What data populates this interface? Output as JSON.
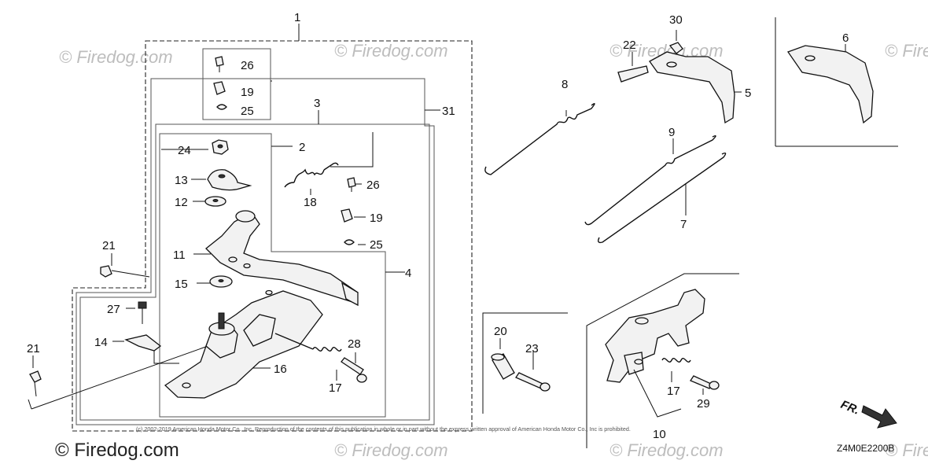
{
  "watermark": "© Firedog.com",
  "copyright": "(c) 2002-2019 American Honda Motor Co., Inc. Reproduction of the contents of this publication in whole or in part without the express written approval of American Honda Motor Co., Inc is prohibited.",
  "diagram_code": "Z4M0E2200B",
  "front_indicator": "FR.",
  "callouts": {
    "c1": "1",
    "c2": "2",
    "c3": "3",
    "c4": "4",
    "c5": "5",
    "c6": "6",
    "c7": "7",
    "c8": "8",
    "c9": "9",
    "c10": "10",
    "c11": "11",
    "c12": "12",
    "c13": "13",
    "c14": "14",
    "c15": "15",
    "c16": "16",
    "c17a": "17",
    "c17b": "17",
    "c18": "18",
    "c19a": "19",
    "c19b": "19",
    "c20": "20",
    "c21a": "21",
    "c21b": "21",
    "c22": "22",
    "c23": "23",
    "c24": "24",
    "c25a": "25",
    "c25b": "25",
    "c26a": "26",
    "c26b": "26",
    "c27": "27",
    "c28": "28",
    "c29": "29",
    "c30": "30",
    "c31": "31"
  }
}
